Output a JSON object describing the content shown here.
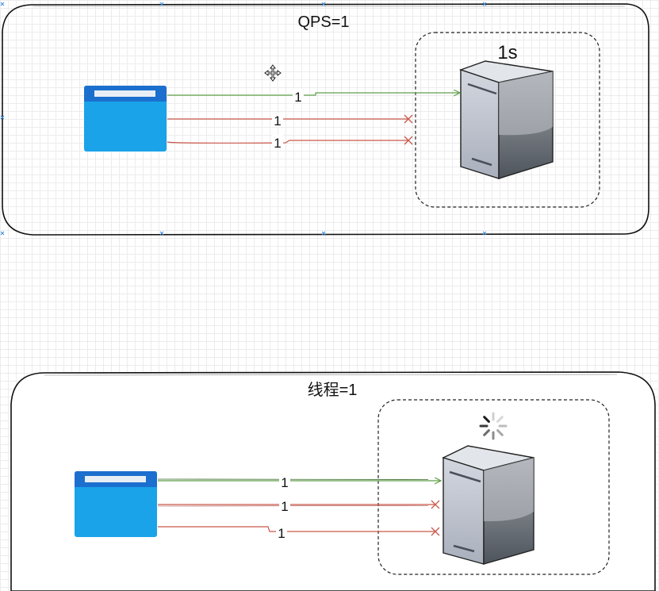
{
  "panels": [
    {
      "title": "QPS=1",
      "timer_label": "1s",
      "connections": [
        {
          "label": "1",
          "status": "success"
        },
        {
          "label": "1",
          "status": "rejected"
        },
        {
          "label": "1",
          "status": "rejected"
        }
      ]
    },
    {
      "title": "线程=1",
      "indicator": "loading-spinner-icon",
      "connections": [
        {
          "label": "1",
          "status": "success"
        },
        {
          "label": "1",
          "status": "rejected"
        },
        {
          "label": "1",
          "status": "rejected"
        }
      ]
    }
  ],
  "colors": {
    "success_line": "#5f9e4a",
    "rejected_line": "#c9574b",
    "client_blue": "#1aa3e8",
    "client_header": "#1b6fce",
    "server_light": "#c8cdd6",
    "server_dark": "#5c6470",
    "selection_handle": "#3c8dde"
  }
}
